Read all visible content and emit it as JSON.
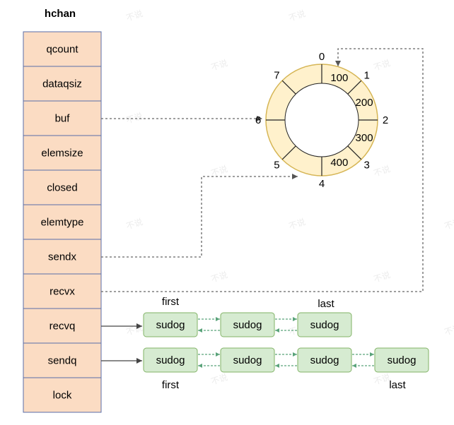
{
  "hchan": {
    "title": "hchan",
    "fields": [
      "qcount",
      "dataqsiz",
      "buf",
      "elemsize",
      "closed",
      "elemtype",
      "sendx",
      "recvx",
      "recvq",
      "sendq",
      "lock"
    ]
  },
  "ring": {
    "indices": [
      "0",
      "1",
      "2",
      "3",
      "4",
      "5",
      "6",
      "7"
    ],
    "values": [
      "100",
      "200",
      "300",
      "400"
    ]
  },
  "recvq": {
    "nodes": [
      "sudog",
      "sudog",
      "sudog"
    ],
    "first_label": "first",
    "last_label": "last"
  },
  "sendq": {
    "nodes": [
      "sudog",
      "sudog",
      "sudog",
      "sudog"
    ],
    "first_label": "first",
    "last_label": "last"
  },
  "watermark": "不说",
  "colors": {
    "field_fill": "#fbdcc3",
    "ring_fill": "#fff1cc",
    "node_fill": "#d6ebd1",
    "node_stroke": "#82b366",
    "node_arrow": "#5aa37a",
    "pointer": "#666666"
  }
}
